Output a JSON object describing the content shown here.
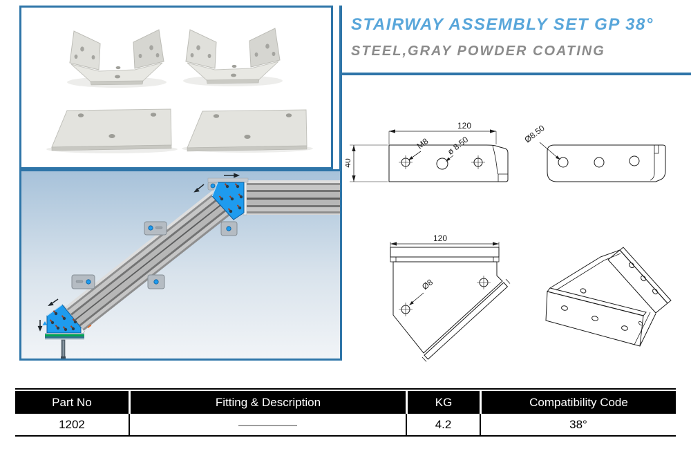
{
  "header": {
    "title": "STAIRWAY ASSEMBLY SET GP 38°",
    "subtitle": "STEEL,GRAY POWDER COATING",
    "accent_color": "#2e75a8",
    "title_color": "#58a6da",
    "subtitle_color": "#8b8b8b"
  },
  "render": {
    "gusset_blue": "#1e9bee",
    "base_green": "#00a651"
  },
  "drawings": {
    "line_color": "#1a1a1a",
    "front_view": {
      "dim_width": "120",
      "dim_height": "40",
      "label_thread": "M8",
      "label_hole": "ø 8.50"
    },
    "top_view": {
      "label_hole": "Ø8.50"
    },
    "gusset_view": {
      "dim_width": "120",
      "label_hole": "Ø8"
    }
  },
  "table": {
    "headers": [
      "Part No",
      "Fitting & Description",
      "KG",
      "Compatibility Code"
    ],
    "rows": [
      [
        "1202",
        "—————",
        "4.2",
        "38°"
      ]
    ]
  }
}
